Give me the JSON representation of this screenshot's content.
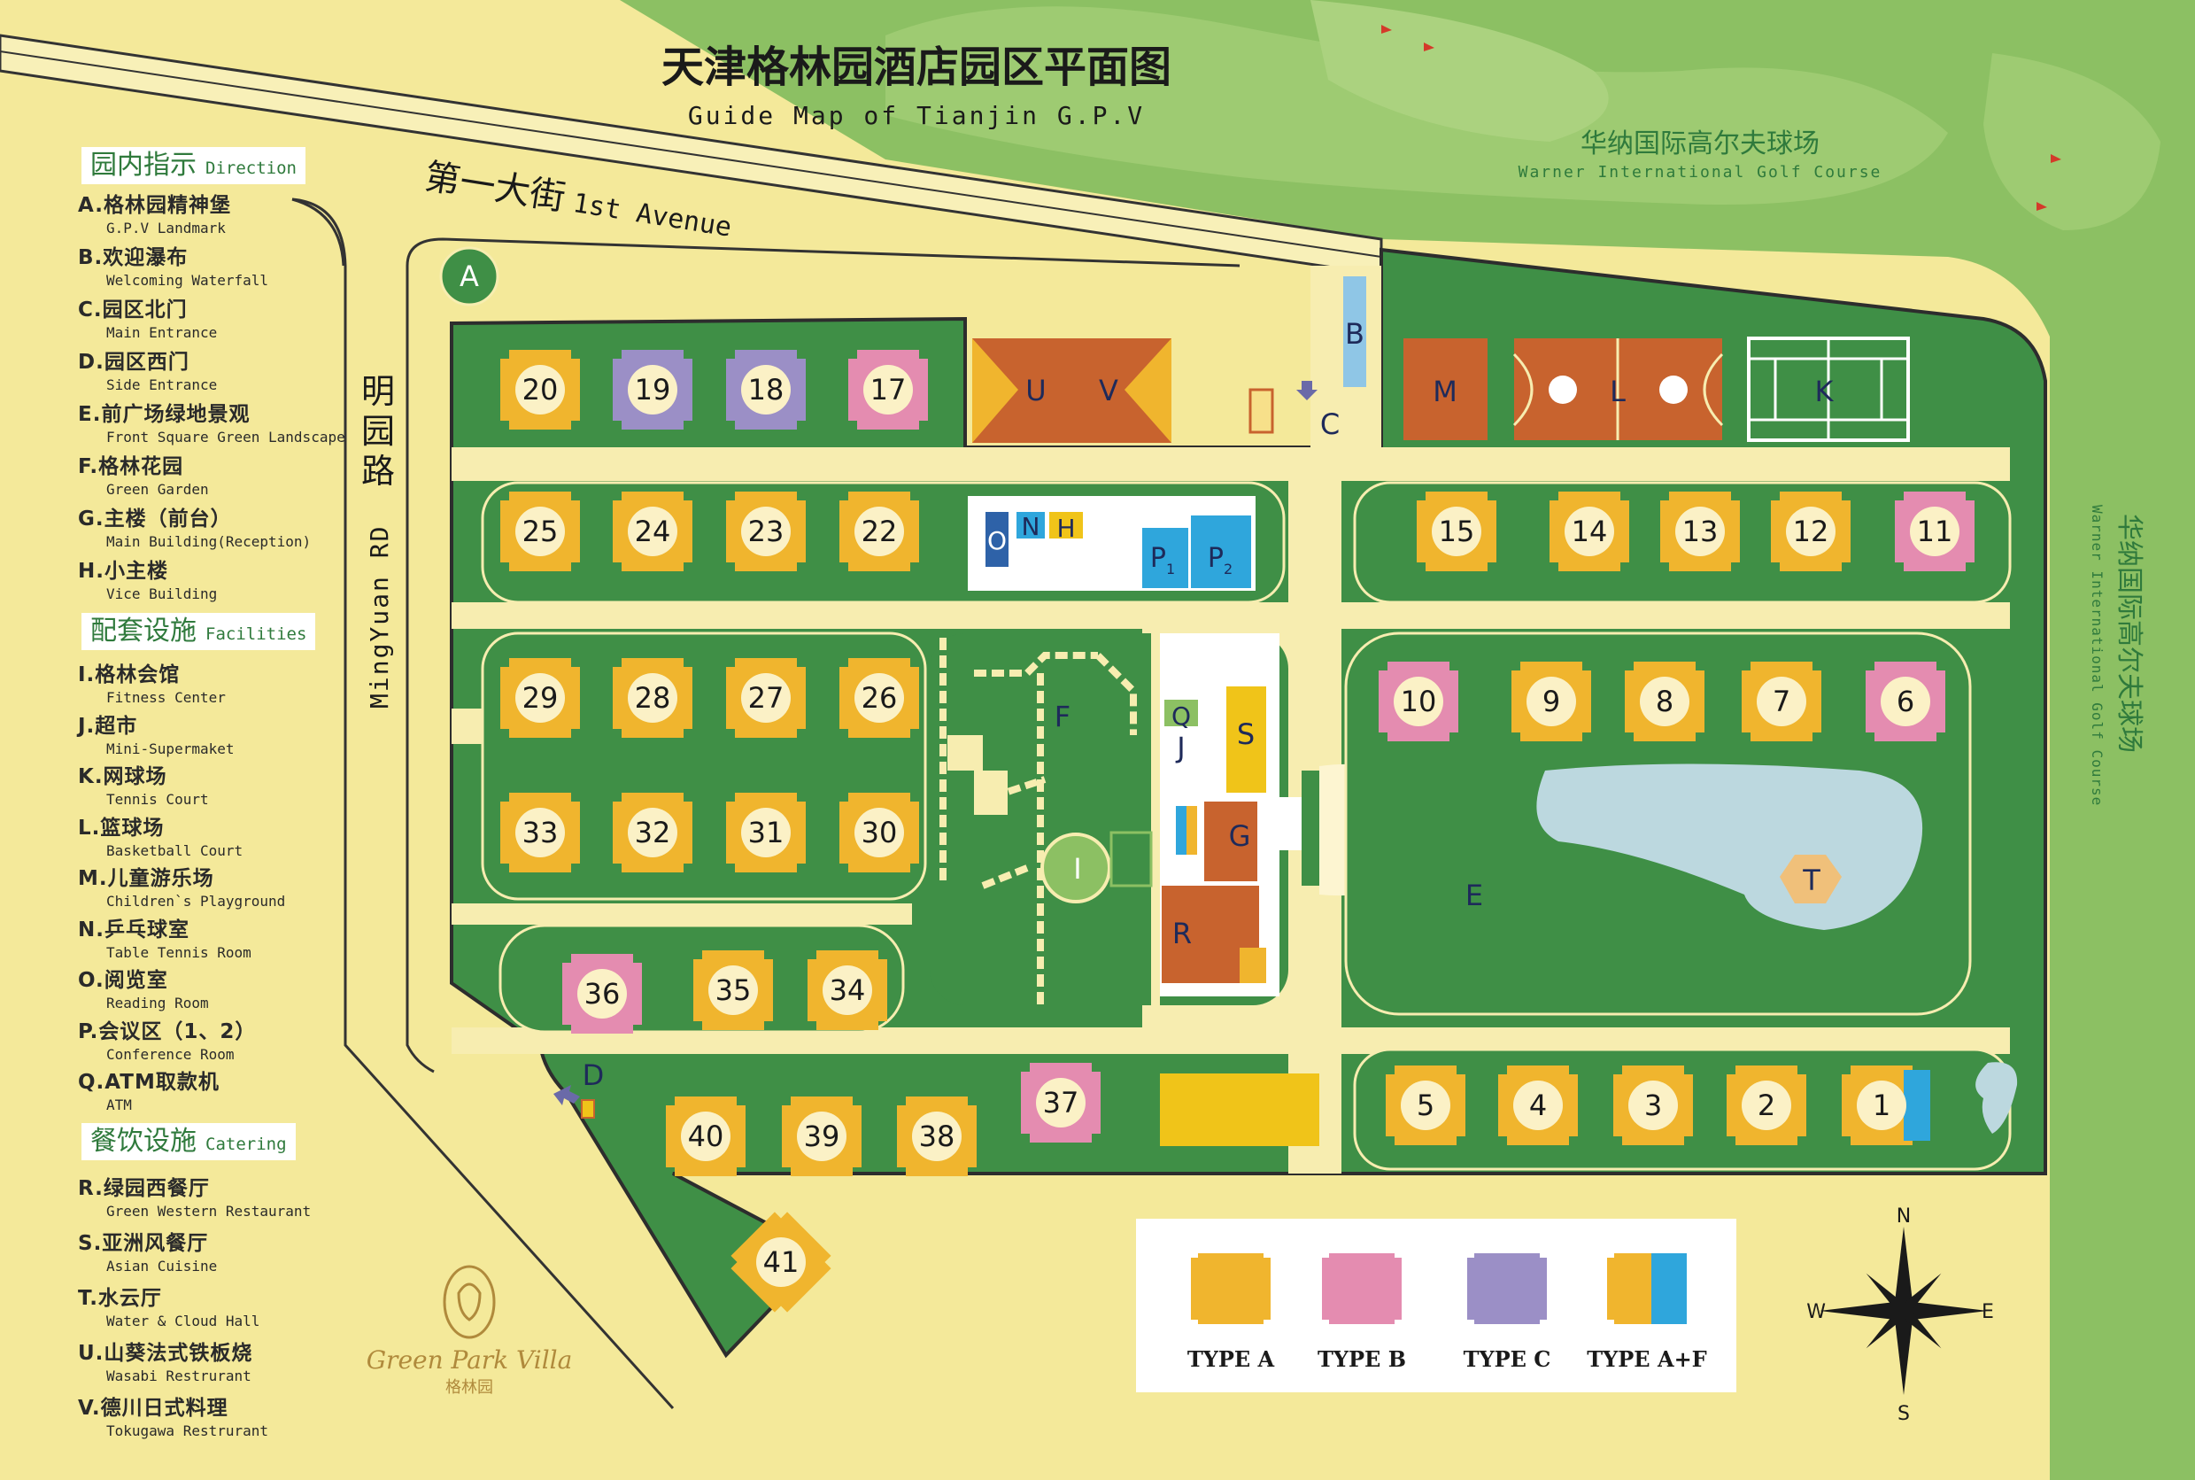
{
  "title": "天津格林园酒店园区平面图",
  "subtitle": "Guide Map of Tianjin G.P.V",
  "golf": {
    "zh": "华纳国际高尔夫球场",
    "en": "Warner International Golf Course"
  },
  "golf_side": {
    "zh": "华纳国际高尔夫球场",
    "en": "Warner International Golf Course"
  },
  "roads": {
    "first_avenue_zh": "第一大街",
    "first_avenue_en": "1st Avenue",
    "mingyuan_zh": "明园路",
    "mingyuan_en": "MingYuan RD"
  },
  "sections": {
    "direction": {
      "zh": "园内指示",
      "en": "Direction"
    },
    "facilities": {
      "zh": "配套设施",
      "en": "Facilities"
    },
    "catering": {
      "zh": "餐饮设施",
      "en": "Catering"
    }
  },
  "direction_items": [
    {
      "zh": "A.格林园精神堡",
      "en": "G.P.V Landmark"
    },
    {
      "zh": "B.欢迎瀑布",
      "en": "Welcoming Waterfall"
    },
    {
      "zh": "C.园区北门",
      "en": "Main Entrance"
    },
    {
      "zh": "D.园区西门",
      "en": "Side Entrance"
    },
    {
      "zh": "E.前广场绿地景观",
      "en": "Front Square Green Landscape"
    },
    {
      "zh": "F.格林花园",
      "en": "Green Garden"
    },
    {
      "zh": "G.主楼（前台）",
      "en": "Main Building(Reception)"
    },
    {
      "zh": "H.小主楼",
      "en": "Vice Building"
    }
  ],
  "facility_items": [
    {
      "zh": "I.格林会馆",
      "en": "Fitness Center"
    },
    {
      "zh": "J.超市",
      "en": "Mini-Supermaket"
    },
    {
      "zh": "K.网球场",
      "en": "Tennis Court"
    },
    {
      "zh": "L.篮球场",
      "en": "Basketball Court"
    },
    {
      "zh": "M.儿童游乐场",
      "en": "Children`s Playground"
    },
    {
      "zh": "N.乒乓球室",
      "en": "Table Tennis Room"
    },
    {
      "zh": "O.阅览室",
      "en": "Reading Room"
    },
    {
      "zh": "P.会议区（1、2）",
      "en": "Conference Room"
    },
    {
      "zh": "Q.ATM取款机",
      "en": "ATM"
    }
  ],
  "catering_items": [
    {
      "zh": "R.绿园西餐厅",
      "en": "Green Western Restaurant"
    },
    {
      "zh": "S.亚洲风餐厅",
      "en": "Asian Cuisine"
    },
    {
      "zh": "T.水云厅",
      "en": "Water & Cloud Hall"
    },
    {
      "zh": "U.山葵法式铁板烧",
      "en": "Wasabi Restrurant"
    },
    {
      "zh": "V.德川日式料理",
      "en": "Tokugawa Restrurant"
    }
  ],
  "logo": {
    "name": "Green Park Villa",
    "zh": "格林园"
  },
  "type_legend": [
    {
      "label": "TYPE A",
      "color": "#f0b52e"
    },
    {
      "label": "TYPE B",
      "color": "#e48cb0"
    },
    {
      "label": "TYPE C",
      "color": "#9b8fc6"
    },
    {
      "label": "TYPE A+F",
      "color": "#f0b52e",
      "color2": "#2fa6dc"
    }
  ],
  "compass": {
    "n": "N",
    "s": "S",
    "e": "E",
    "w": "W"
  },
  "villas": [
    {
      "num": "1",
      "type": "A+F"
    },
    {
      "num": "2",
      "type": "A"
    },
    {
      "num": "3",
      "type": "A"
    },
    {
      "num": "4",
      "type": "A"
    },
    {
      "num": "5",
      "type": "A"
    },
    {
      "num": "6",
      "type": "B"
    },
    {
      "num": "7",
      "type": "A"
    },
    {
      "num": "8",
      "type": "A"
    },
    {
      "num": "9",
      "type": "A"
    },
    {
      "num": "10",
      "type": "B"
    },
    {
      "num": "11",
      "type": "B"
    },
    {
      "num": "12",
      "type": "A"
    },
    {
      "num": "13",
      "type": "A"
    },
    {
      "num": "14",
      "type": "A"
    },
    {
      "num": "15",
      "type": "A"
    },
    {
      "num": "17",
      "type": "B"
    },
    {
      "num": "18",
      "type": "C"
    },
    {
      "num": "19",
      "type": "C"
    },
    {
      "num": "20",
      "type": "A"
    },
    {
      "num": "22",
      "type": "A"
    },
    {
      "num": "23",
      "type": "A"
    },
    {
      "num": "24",
      "type": "A"
    },
    {
      "num": "25",
      "type": "A"
    },
    {
      "num": "26",
      "type": "A"
    },
    {
      "num": "27",
      "type": "A"
    },
    {
      "num": "28",
      "type": "A"
    },
    {
      "num": "29",
      "type": "A"
    },
    {
      "num": "30",
      "type": "A"
    },
    {
      "num": "31",
      "type": "A"
    },
    {
      "num": "32",
      "type": "A"
    },
    {
      "num": "33",
      "type": "A"
    },
    {
      "num": "34",
      "type": "A"
    },
    {
      "num": "35",
      "type": "A"
    },
    {
      "num": "36",
      "type": "B"
    },
    {
      "num": "37",
      "type": "B"
    },
    {
      "num": "38",
      "type": "A"
    },
    {
      "num": "39",
      "type": "A"
    },
    {
      "num": "40",
      "type": "A"
    },
    {
      "num": "41",
      "type": "A"
    }
  ],
  "map_labels": {
    "A": "A",
    "B": "B",
    "C": "C",
    "D": "D",
    "E": "E",
    "F": "F",
    "G": "G",
    "H": "H",
    "I": "I",
    "J": "J",
    "K": "K",
    "L": "L",
    "M": "M",
    "N": "N",
    "O": "O",
    "P1": "P",
    "P1_sub": "1",
    "P2": "P",
    "P2_sub": "2",
    "Q": "Q",
    "R": "R",
    "S": "S",
    "T": "T",
    "U": "U",
    "V": "V"
  },
  "colors": {
    "background": "#f4e99a",
    "grass": "#3f8f46",
    "golf": "#8cc063",
    "path": "#f7edb0",
    "typeA": "#f0b52e",
    "typeB": "#e48cb0",
    "typeC": "#9b8fc6",
    "blue": "#2fa6dc",
    "court": "#c8632e",
    "lake": "#bcd8df",
    "text_green": "#2f7a3c"
  }
}
